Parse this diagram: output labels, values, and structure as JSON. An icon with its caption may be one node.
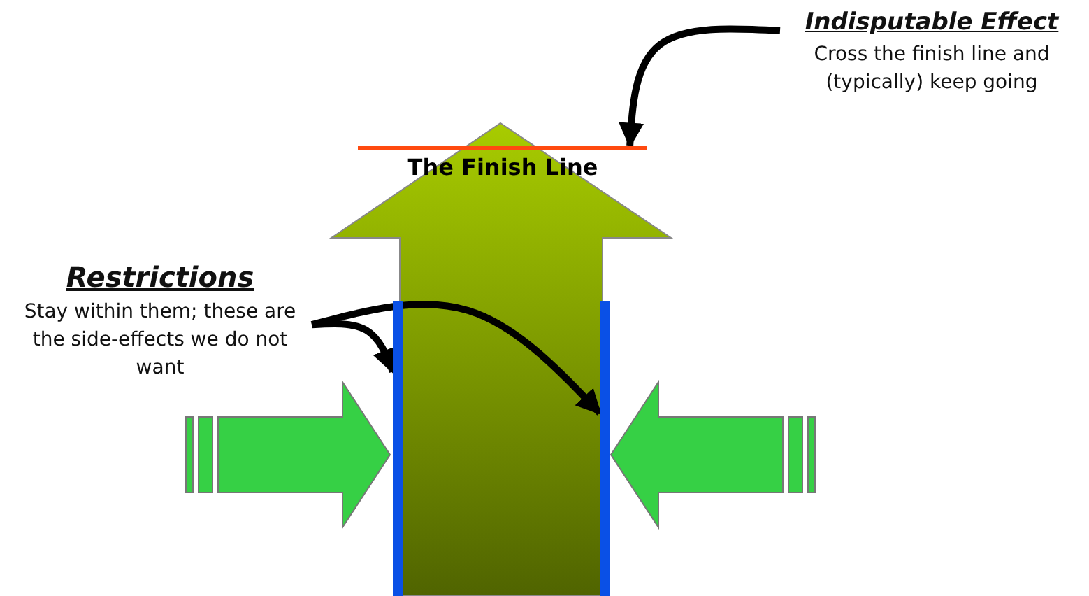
{
  "diagram": {
    "nodes": [
      {
        "text": [
          "Indisputable Effect",
          "Cross the finish line and (typically) keep going"
        ]
      },
      {
        "text": [
          "The Finish Line"
        ]
      },
      {
        "text": [
          "Restrictions",
          "Stay within them; these are the side-effects we do not want"
        ]
      },
      {
        "text": [],
        "shape": "bar"
      },
      {
        "text": [],
        "shape": "bar"
      }
    ],
    "edges": [
      {
        "from": 0,
        "to": 1,
        "arrow": "to"
      },
      {
        "from": 2,
        "to": 3,
        "arrow": "to"
      },
      {
        "from": 2,
        "to": 4,
        "arrow": "to"
      }
    ]
  }
}
